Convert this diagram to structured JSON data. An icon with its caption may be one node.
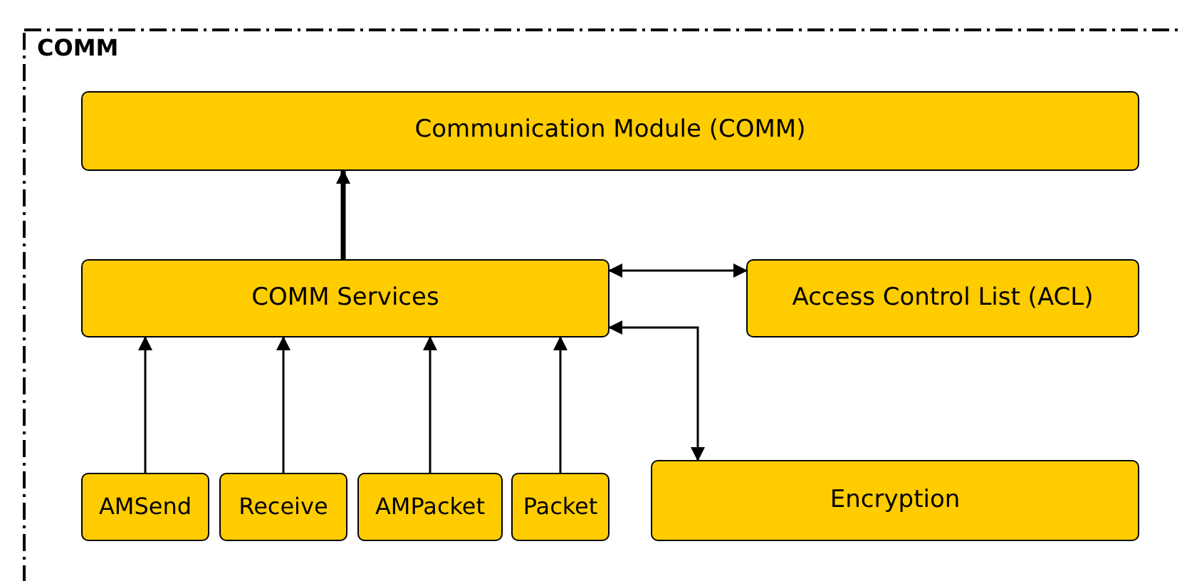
{
  "diagram": {
    "nodes": [
      {
        "text": [
          "COMM"
        ]
      },
      {
        "text": [
          "Communication Module (COMM)"
        ],
        "in": 0
      },
      {
        "text": [
          "COMM Services"
        ],
        "in": 0
      },
      {
        "text": [
          "Access Control List (ACL)"
        ],
        "in": 0
      },
      {
        "text": [
          "AMSend"
        ],
        "in": 0
      },
      {
        "text": [
          "Receive"
        ],
        "in": 0
      },
      {
        "text": [
          "AMPacket"
        ],
        "in": 0
      },
      {
        "text": [
          "Packet"
        ],
        "in": 0
      },
      {
        "text": [
          "Encryption"
        ],
        "in": 0
      }
    ],
    "edges": [
      {
        "from": 2,
        "to": 1,
        "arrow": "to",
        "style": "thick"
      },
      {
        "from": 2,
        "to": 3,
        "arrow": "both"
      },
      {
        "from": 8,
        "to": 2,
        "arrow": "both"
      },
      {
        "from": 4,
        "to": 2,
        "arrow": "to"
      },
      {
        "from": 5,
        "to": 2,
        "arrow": "to"
      },
      {
        "from": 6,
        "to": 2,
        "arrow": "to"
      },
      {
        "from": 7,
        "to": 2,
        "arrow": "to"
      }
    ]
  }
}
